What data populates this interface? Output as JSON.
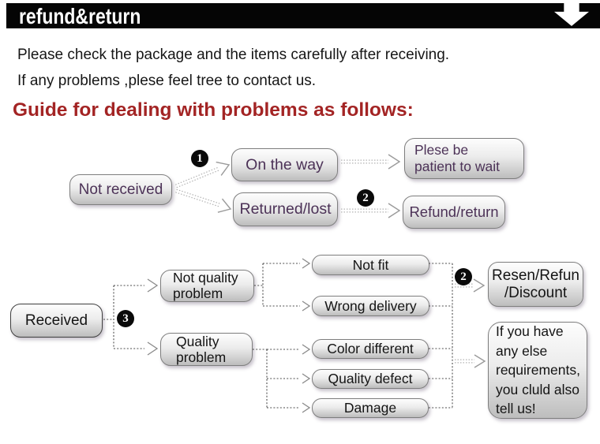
{
  "header": {
    "title": "refund&return"
  },
  "intro": {
    "line1": "Please check the package and the items carefully after receiving.",
    "line2": "If any problems ,plese feel tree to contact us.",
    "heading": "Guide for dealing with problems as follows:"
  },
  "colors": {
    "header_bar": "#050505",
    "heading_red": "#a32424",
    "flow1_text_purple": "#4c3257",
    "flow2_text_black": "#141414",
    "box_border_gray": "#7e7e7e"
  },
  "flow1": {
    "not_received": "Not received",
    "on_the_way": "On the way",
    "plese_be_patient": "Plese be\npatient to wait",
    "returned_lost": "Returned/lost",
    "refund_return": "Refund/return",
    "badge1": "1",
    "badge2": "2"
  },
  "flow2": {
    "received": "Received",
    "badge3": "3",
    "not_quality_problem": "Not quality\nproblem",
    "quality_problem": "Quality\nproblem",
    "not_fit": "Not fit",
    "wrong_delivery": "Wrong delivery",
    "color_different": "Color different",
    "quality_defect": "Quality defect",
    "damage": "Damage",
    "badge2": "2",
    "resen_refun_discount": "Resen/Refun\n/Discount",
    "if_you_have": "If you have\nany else\nrequirements,\nyou cluld also\ntell us!"
  }
}
